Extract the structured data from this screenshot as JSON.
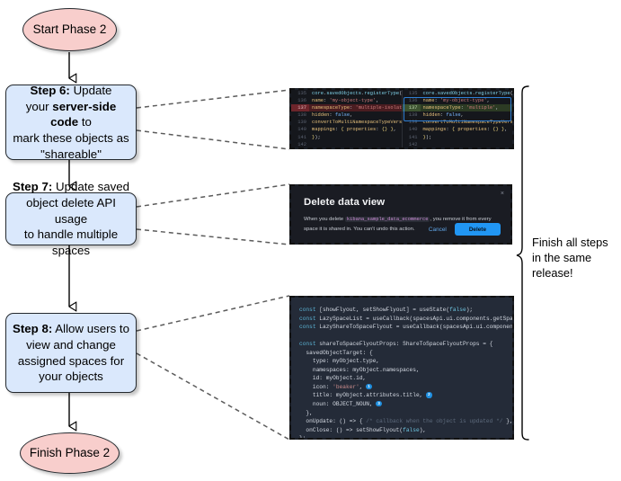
{
  "diagram": {
    "title": "Phase 2 saved object sharing steps",
    "nodes": {
      "start": {
        "label": "Start Phase 2",
        "shape": "terminator",
        "fill": "#f8cecc"
      },
      "step6": {
        "shape": "process",
        "fill": "#dae8fc",
        "line1_bold": "Step 6:",
        "line1_rest": " Update",
        "line2_pre": "your ",
        "line2_bold": "server-side code",
        "line2_post": " to",
        "line3": "mark these objects as",
        "line4": "\"shareable\""
      },
      "step7": {
        "shape": "process",
        "fill": "#dae8fc",
        "line1_bold": "Step 7:",
        "line1_rest": " Update saved",
        "line2": "object delete API usage",
        "line3": "to handle multiple spaces"
      },
      "step8": {
        "shape": "process",
        "fill": "#dae8fc",
        "line1_bold": "Step 8:",
        "line1_rest": " Allow users to",
        "line2": "view and change",
        "line3": "assigned spaces for",
        "line4": "your objects"
      },
      "finish": {
        "label": "Finish Phase 2",
        "shape": "terminator",
        "fill": "#f8cecc"
      }
    },
    "note": {
      "line1": "Finish all steps",
      "line2": "in the same",
      "line3": "release!"
    }
  },
  "code_diff": {
    "left": {
      "lines": [
        {
          "num": "135",
          "kind": "ctx",
          "text": "core.savedObjects.registerType({"
        },
        {
          "num": "136",
          "kind": "ctx",
          "text": "  name: 'my-object-type',"
        },
        {
          "num": "137",
          "kind": "del",
          "text": "  namespaceType: 'multiple-isolated',"
        },
        {
          "num": "138",
          "kind": "ctx",
          "text": "  hidden: false,"
        },
        {
          "num": "139",
          "kind": "ctx",
          "text": "  convertToMultiNamespaceTypeVersion: '"
        },
        {
          "num": "140",
          "kind": "ctx",
          "text": "  mappings: { properties: {} },"
        },
        {
          "num": "141",
          "kind": "ctx",
          "text": "});"
        },
        {
          "num": "142",
          "kind": "ctx",
          "text": ""
        }
      ]
    },
    "right": {
      "lines": [
        {
          "num": "135",
          "kind": "ctx",
          "text": "core.savedObjects.registerType({"
        },
        {
          "num": "136",
          "kind": "ctx",
          "text": "  name: 'my-object-type',"
        },
        {
          "num": "137",
          "kind": "add",
          "text": "  namespaceType: 'multiple',"
        },
        {
          "num": "138",
          "kind": "ctx",
          "text": "  hidden: false,"
        },
        {
          "num": "139",
          "kind": "ctx",
          "text": "  convertToMultiNamespaceTypeVersion: '"
        },
        {
          "num": "140",
          "kind": "ctx",
          "text": "  mappings: { properties: {} },"
        },
        {
          "num": "141",
          "kind": "ctx",
          "text": "});"
        },
        {
          "num": "142",
          "kind": "ctx",
          "text": ""
        }
      ]
    }
  },
  "delete_dialog": {
    "title": "Delete data view",
    "close_label": "×",
    "body_pre": "When you delete ",
    "body_code": "kibana_sample_data_ecommerce",
    "body_post": ", you remove it from every space it is shared in. You can't undo this action.",
    "cancel_label": "Cancel",
    "delete_label": "Delete",
    "delete_color": "#2196f3"
  },
  "flyout_code": {
    "lines": [
      "const [showFlyout, setShowFlyout] = useState(false);",
      "const LazySpaceList = useCallback(spacesApi.ui.components.getSpaceLis",
      "const LazyShareToSpaceFlyout = useCallback(spacesApi.ui.components.ge",
      "",
      "const shareToSpaceFlyoutProps: ShareToSpaceFlyoutProps = {",
      "  savedObjectTarget: {",
      "    type: myObject.type,",
      "    namespaces: myObject.namespaces,",
      "    id: myObject.id,",
      "    icon: 'beaker',",
      "    title: myObject.attributes.title,",
      "    noun: OBJECT_NOUN,",
      "  },",
      "  onUpdate: () => { /* callback when the object is updated */ },",
      "  onClose: () => setShowFlyout(false),",
      "};"
    ],
    "badges": [
      "1",
      "2",
      "3"
    ]
  }
}
